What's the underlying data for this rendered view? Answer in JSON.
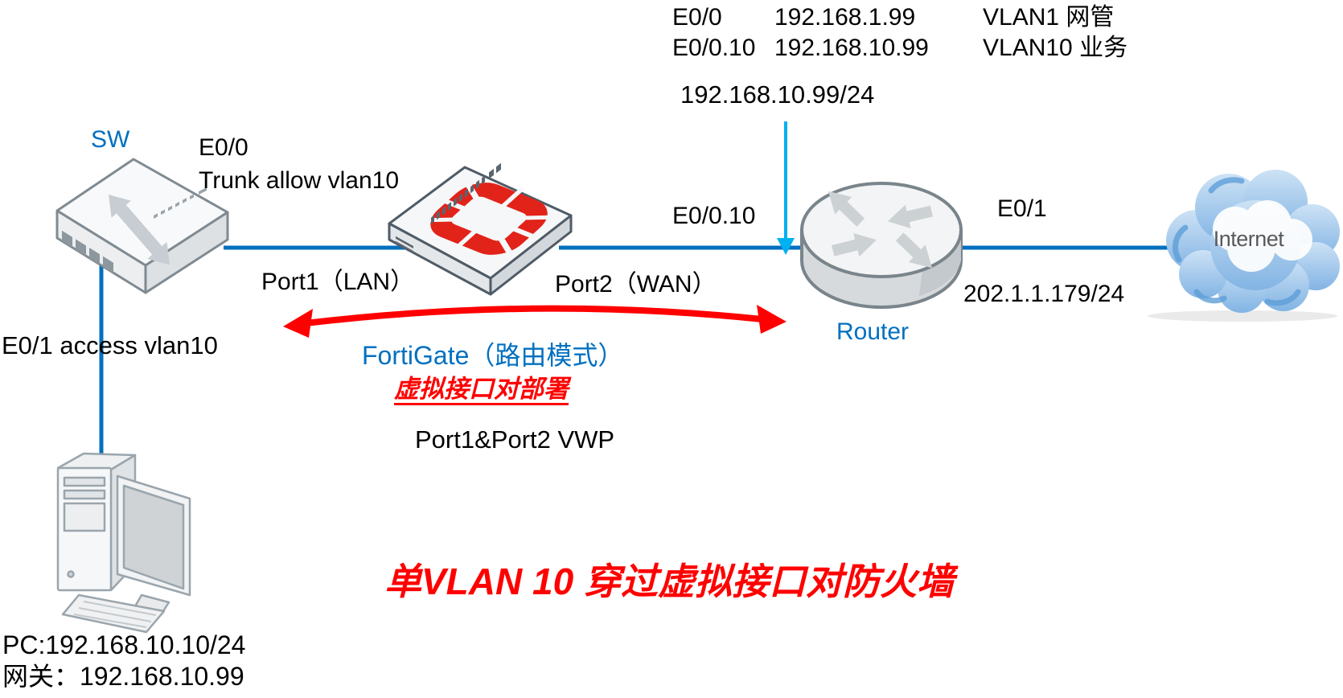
{
  "colors": {
    "link_blue": "#0070C0",
    "label_blue": "#0070C0",
    "accent_red": "#FF0000",
    "pointer_cyan": "#00B0F0",
    "fortinet_red": "#E2231A",
    "internet_text": "#58595b"
  },
  "interface_table": {
    "rows": [
      {
        "port": "E0/0",
        "ip": "192.168.1.99",
        "vlan": "VLAN1 网管"
      },
      {
        "port": "E0/0.10",
        "ip": "192.168.10.99",
        "vlan": "VLAN10 业务"
      }
    ]
  },
  "labels": {
    "subif_ip": "192.168.10.99/24",
    "switch_name": "SW",
    "switch_uplink_port": "E0/0",
    "switch_trunk": "Trunk allow vlan10",
    "port1_lan": "Port1（LAN）",
    "port2_wan": "Port2（WAN）",
    "router_subif": "E0/0.10",
    "router_wan_port": "E0/1",
    "router_wan_ip": "202.1.1.179/24",
    "router_name": "Router",
    "internet_name": "Internet",
    "switch_access_port": "E0/1 access vlan10",
    "pc_ip": "PC:192.168.10.10/24",
    "pc_gateway": "网关：192.168.10.99"
  },
  "fortigate": {
    "mode": "FortiGate（路由模式）",
    "deployment": "虚拟接口对部署",
    "vwp": "Port1&Port2 VWP"
  },
  "title": "单VLAN 10 穿过虚拟接口对防火墙"
}
